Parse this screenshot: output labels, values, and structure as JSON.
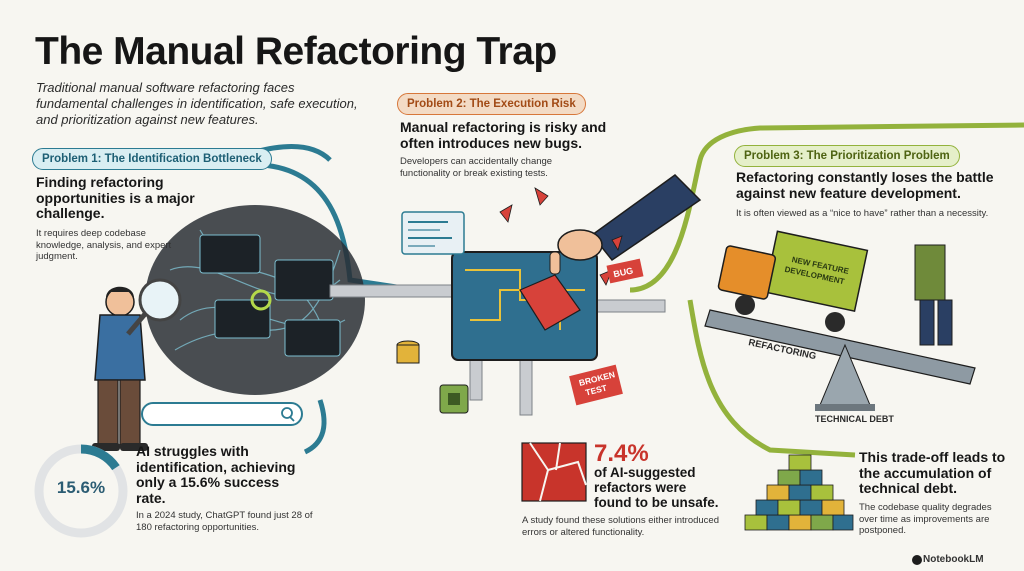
{
  "title": "The Manual Refactoring Trap",
  "intro": "Traditional manual software refactoring faces fundamental challenges in identification, safe execution, and prioritization against new features.",
  "problem1": {
    "pill": "Problem 1: The Identification Bottleneck",
    "headline": "Finding refactoring opportunities is a major challenge.",
    "body": "It requires deep codebase knowledge, analysis, and expert judgment."
  },
  "problem2": {
    "pill": "Problem 2: The Execution Risk",
    "headline": "Manual refactoring is risky and often introduces new bugs.",
    "body": "Developers can accidentally change functionality or break existing tests.",
    "tag_bug": "BUG",
    "tag_broken": "BROKEN TEST"
  },
  "problem3": {
    "pill": "Problem 3: The Prioritization Problem",
    "headline": "Refactoring constantly loses the battle against new feature development.",
    "body": "It is often viewed as a “nice to have” rather than a necessity.",
    "truck_label": "NEW FEATURE DEVELOPMENT",
    "seesaw_label": "REFACTORING",
    "debt_label": "TECHNICAL DEBT"
  },
  "ai_identification": {
    "gauge_value": "15.6%",
    "gauge_fraction": 0.156,
    "headline": "AI struggles with identification, achieving only a 15.6% success rate.",
    "body": "In a 2024 study, ChatGPT found just 28 of 180 refactoring opportunities."
  },
  "unsafe_stat": {
    "value": "7.4%",
    "headline": "of AI-suggested refactors were found to be unsafe.",
    "body": "A study found these solutions either introduced errors or altered functionality."
  },
  "technical_debt": {
    "headline": "This trade-off leads to the accumulation of technical debt.",
    "body": "The codebase quality degrades over time as improvements are postponed."
  },
  "brand": "NotebookLM",
  "colors": {
    "teal": "#2c7b92",
    "orange": "#d7773a",
    "green": "#93b23c",
    "red": "#c8342b"
  }
}
